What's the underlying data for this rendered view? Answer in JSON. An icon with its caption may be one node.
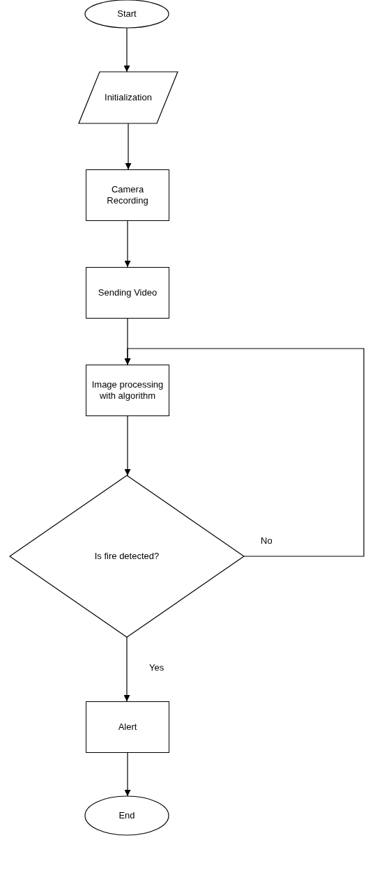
{
  "diagram": {
    "nodes": [
      {
        "text": [
          "Start"
        ]
      },
      {
        "text": [
          "Initialization"
        ]
      },
      {
        "text": [
          "Camera Recording"
        ]
      },
      {
        "text": [
          "Sending Video"
        ]
      },
      {
        "text": [
          "Image processing with algorithm"
        ]
      },
      {
        "text": [
          "Is fire detected?"
        ]
      },
      {
        "text": [
          "Alert"
        ]
      },
      {
        "text": [
          "End"
        ]
      }
    ],
    "edges": [
      {
        "from": 0,
        "to": 1,
        "arrow": "to"
      },
      {
        "from": 1,
        "to": 2,
        "arrow": "to"
      },
      {
        "from": 2,
        "to": 3,
        "arrow": "to"
      },
      {
        "from": 3,
        "to": 4,
        "arrow": "to"
      },
      {
        "from": 4,
        "to": 5,
        "arrow": "to"
      },
      {
        "from": 5,
        "to": 4,
        "arrow": "to",
        "label": "No"
      },
      {
        "from": 5,
        "to": 6,
        "arrow": "to",
        "label": "Yes"
      },
      {
        "from": 6,
        "to": 7,
        "arrow": "to"
      }
    ]
  }
}
